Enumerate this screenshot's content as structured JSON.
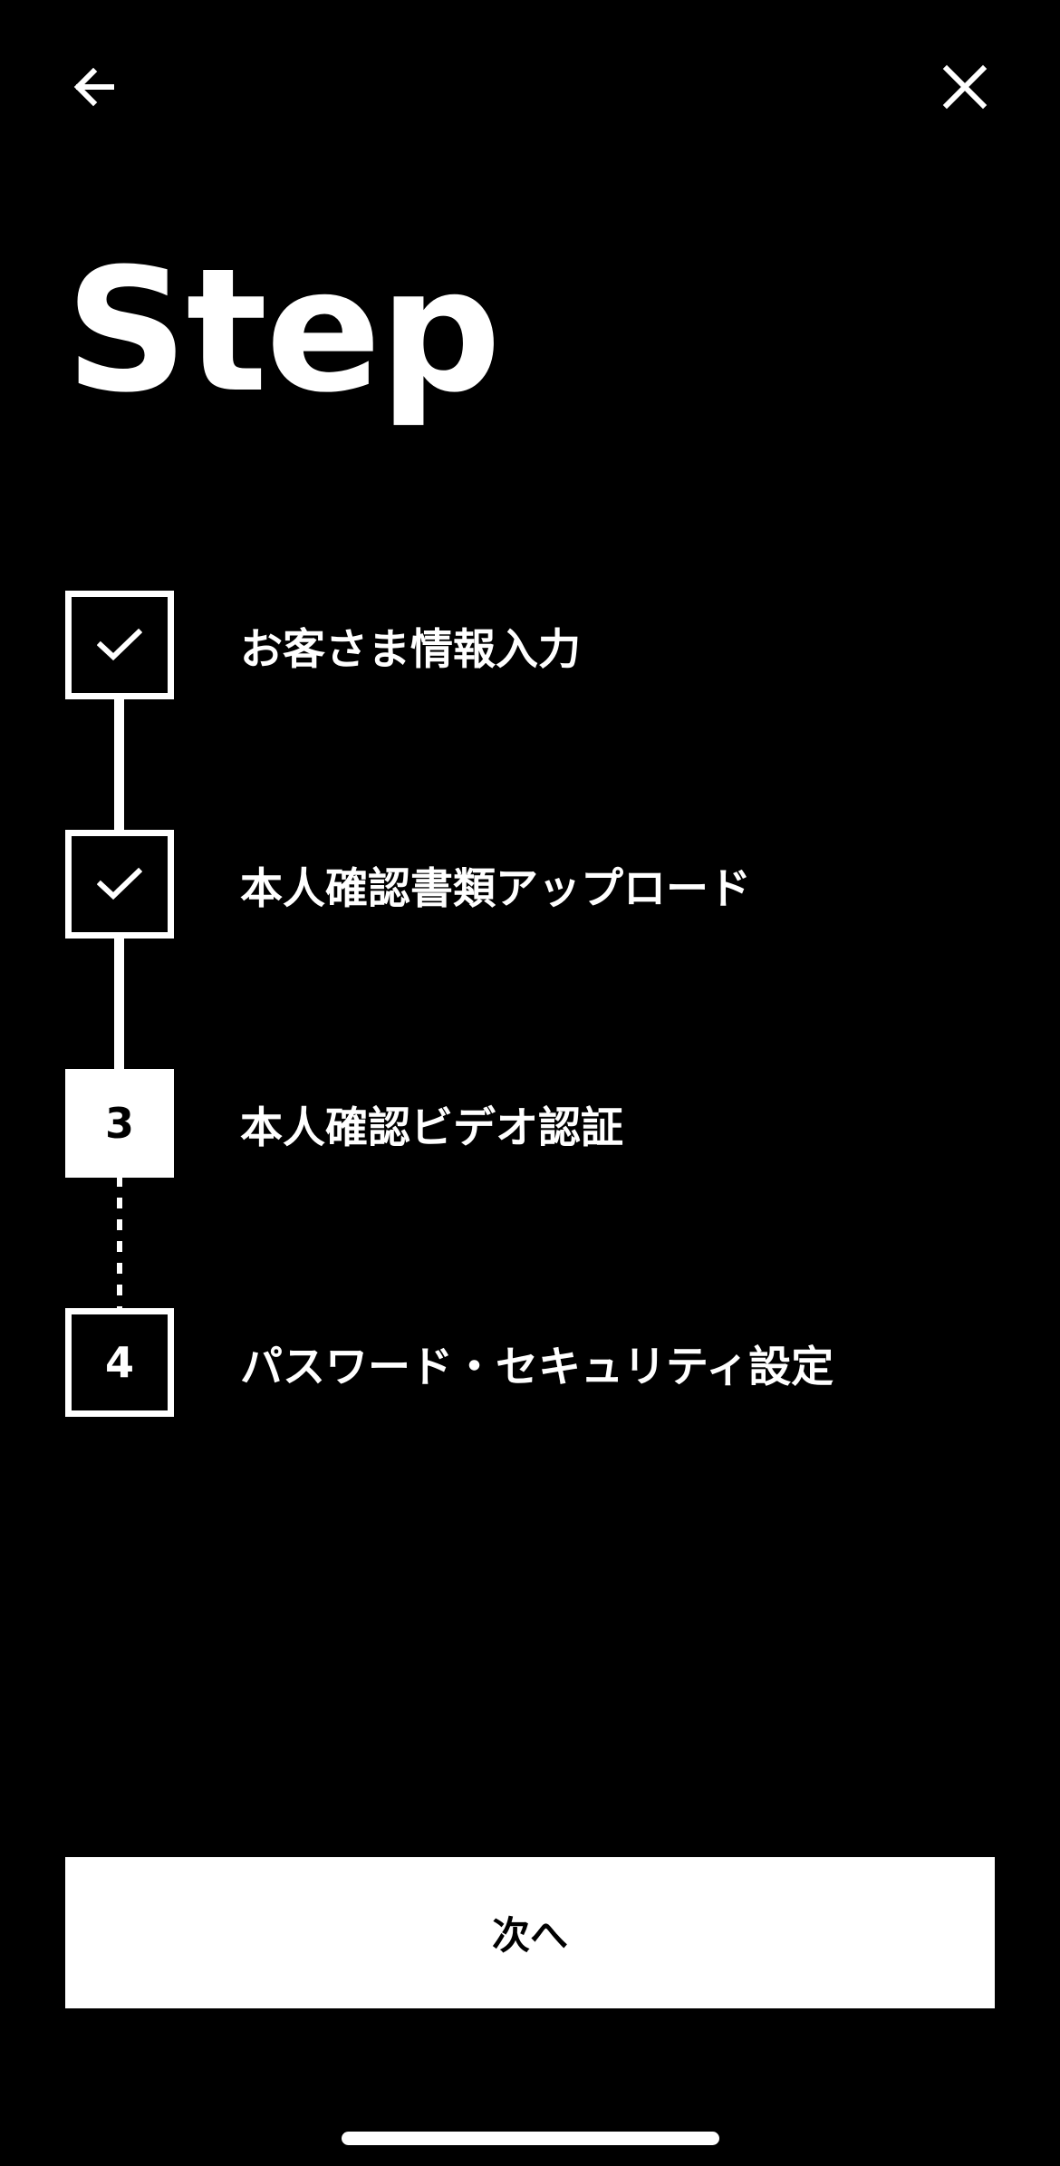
{
  "header": {
    "back_icon": "arrow-left-icon",
    "close_icon": "close-icon"
  },
  "title": "Step",
  "steps": [
    {
      "state": "done",
      "icon": "check-icon",
      "label": "お客さま情報入力"
    },
    {
      "state": "done",
      "icon": "check-icon",
      "label": "本人確認書類アップロード"
    },
    {
      "state": "current",
      "number": "3",
      "label": "本人確認ビデオ認証"
    },
    {
      "state": "upcoming",
      "number": "4",
      "label": "パスワード・セキュリティ設定"
    }
  ],
  "next_button": {
    "label": "次へ"
  },
  "colors": {
    "background": "#000000",
    "foreground": "#ffffff"
  }
}
